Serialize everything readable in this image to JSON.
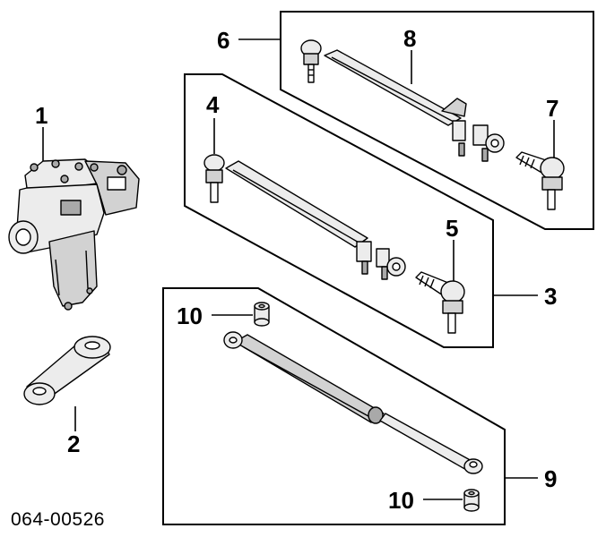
{
  "diagram": {
    "reference_code": "064-00526",
    "callouts": {
      "c1": "1",
      "c2": "2",
      "c3": "3",
      "c4": "4",
      "c5": "5",
      "c6": "6",
      "c7": "7",
      "c8": "8",
      "c9": "9",
      "c10_top": "10",
      "c10_bottom": "10"
    }
  }
}
